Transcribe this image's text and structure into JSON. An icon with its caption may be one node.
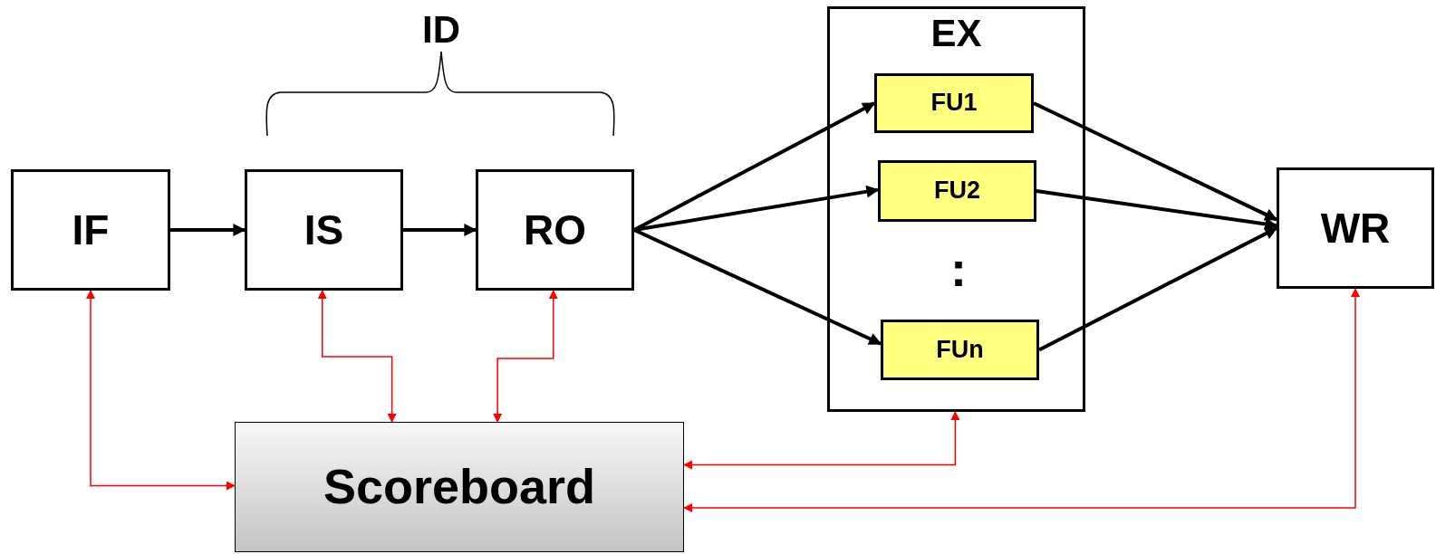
{
  "diagram": {
    "nodes": [
      {
        "text": [
          "IF"
        ]
      },
      {
        "text": [
          "IS"
        ]
      },
      {
        "text": [
          "RO"
        ]
      },
      {
        "text": [
          "EX"
        ]
      },
      {
        "text": [
          "FU1"
        ],
        "in": 3
      },
      {
        "text": [
          "FU2"
        ],
        "in": 3
      },
      {
        "text": [
          "FUn"
        ],
        "in": 3
      },
      {
        "text": [
          "WR"
        ]
      },
      {
        "text": [
          "Scoreboard"
        ]
      }
    ],
    "edges": [
      {
        "from": 0,
        "to": 1,
        "arrow": "to"
      },
      {
        "from": 1,
        "to": 2,
        "arrow": "to"
      },
      {
        "from": 2,
        "to": 4,
        "arrow": "to"
      },
      {
        "from": 2,
        "to": 5,
        "arrow": "to"
      },
      {
        "from": 2,
        "to": 6,
        "arrow": "to"
      },
      {
        "from": 4,
        "to": 7,
        "arrow": "to"
      },
      {
        "from": 5,
        "to": 7,
        "arrow": "to"
      },
      {
        "from": 6,
        "to": 7,
        "arrow": "to"
      },
      {
        "from": 0,
        "to": 8,
        "arrow": "both",
        "color": "#ff0000"
      },
      {
        "from": 1,
        "to": 8,
        "arrow": "both",
        "color": "#ff0000"
      },
      {
        "from": 2,
        "to": 8,
        "arrow": "both",
        "color": "#ff0000"
      },
      {
        "from": 3,
        "to": 8,
        "arrow": "both",
        "color": "#ff0000"
      },
      {
        "from": 7,
        "to": 8,
        "arrow": "both",
        "color": "#ff0000"
      }
    ],
    "labels": [
      "ID",
      ":"
    ]
  }
}
